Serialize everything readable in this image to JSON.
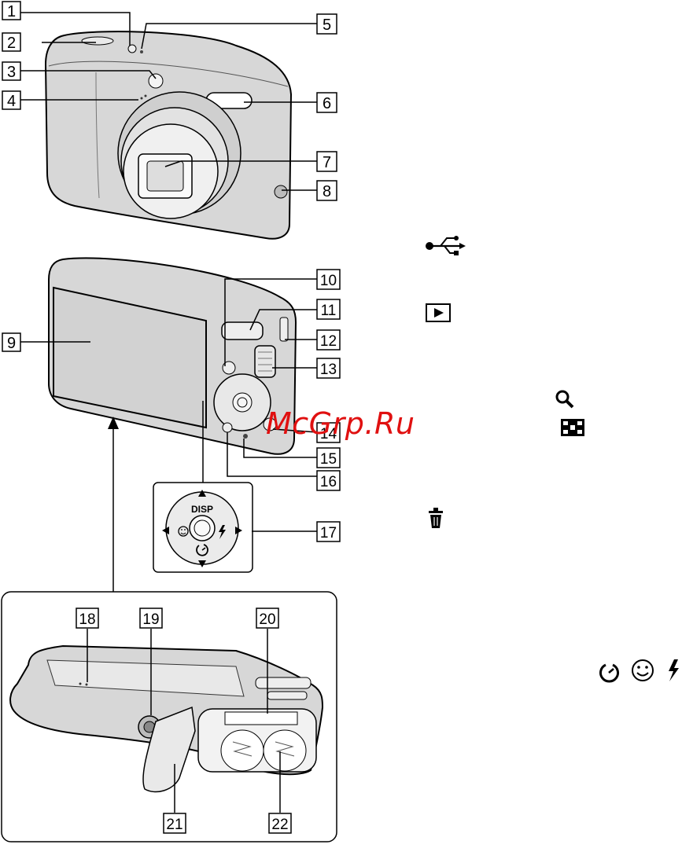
{
  "watermark": "McGrp.Ru",
  "callouts": [
    "1",
    "2",
    "3",
    "4",
    "5",
    "6",
    "7",
    "8",
    "9",
    "10",
    "11",
    "12",
    "13",
    "14",
    "15",
    "16",
    "17",
    "18",
    "19",
    "20",
    "21",
    "22"
  ],
  "control_button": {
    "top_label": "DISP",
    "left_icon": "smile-icon",
    "right_icon": "flash-icon",
    "bottom_icon": "self-timer-icon"
  },
  "side_icons": [
    "usb-icon",
    "playback-icon",
    "zoom-icon",
    "index-icon",
    "trash-icon",
    "self-timer-icon",
    "smile-icon",
    "flash-icon"
  ]
}
